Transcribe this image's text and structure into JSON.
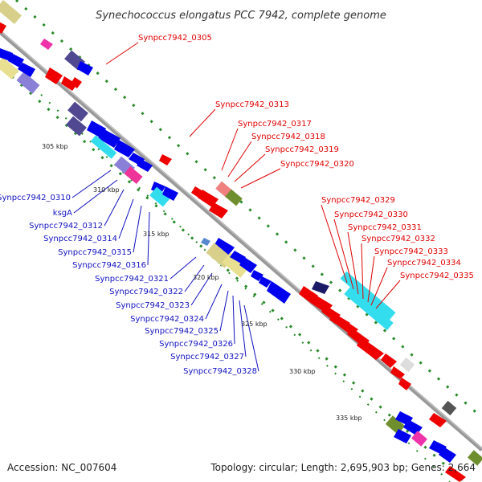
{
  "title": "Synechococcus elongatus PCC 7942, complete genome",
  "footer": {
    "accession": "Accession: NC_007604",
    "topology": "Topology: circular; Length: 2,695,903 bp; Genes: 2,664"
  },
  "colors": {
    "forward_label": "#e00000",
    "reverse_label": "#1010c0",
    "backbone": "#888888",
    "ticks": "#2a8a2a",
    "cds_forward": "#ee0000",
    "cds_reverse": "#0000ee",
    "cyan": "#33ddee",
    "khaki": "#d8d08a",
    "olive": "#7a9a3a"
  },
  "scale_ticks": [
    "305 kbp",
    "310 kbp",
    "315 kbp",
    "320 kbp",
    "325 kbp",
    "330 kbp",
    "335 kbp"
  ],
  "forward_labels": [
    "Synpcc7942_0305",
    "Synpcc7942_0313",
    "Synpcc7942_0317",
    "Synpcc7942_0318",
    "Synpcc7942_0319",
    "Synpcc7942_0320",
    "Synpcc7942_0329",
    "Synpcc7942_0330",
    "Synpcc7942_0331",
    "Synpcc7942_0332",
    "Synpcc7942_0333",
    "Synpcc7942_0334",
    "Synpcc7942_0335"
  ],
  "reverse_labels": [
    "Synpcc7942_0310",
    "ksgA",
    "Synpcc7942_0312",
    "Synpcc7942_0314",
    "Synpcc7942_0315",
    "Synpcc7942_0316",
    "Synpcc7942_0321",
    "Synpcc7942_0322",
    "Synpcc7942_0323",
    "Synpcc7942_0324",
    "Synpcc7942_0325",
    "Synpcc7942_0326",
    "Synpcc7942_0327",
    "Synpcc7942_0328"
  ]
}
